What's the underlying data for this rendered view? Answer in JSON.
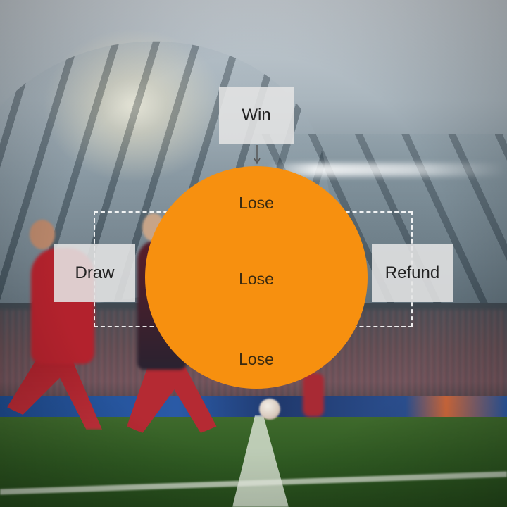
{
  "diagram": {
    "top_outcome": "Win",
    "left_outcome": "Draw",
    "right_outcome": "Refund",
    "circle_labels": [
      "Lose",
      "Lose",
      "Lose"
    ]
  },
  "colors": {
    "circle_fill": "#f7900f",
    "label_box_fill": "#e4e4e4",
    "dashed_border": "#ffffff"
  },
  "background": {
    "scene": "blurred soccer stadium with players"
  }
}
